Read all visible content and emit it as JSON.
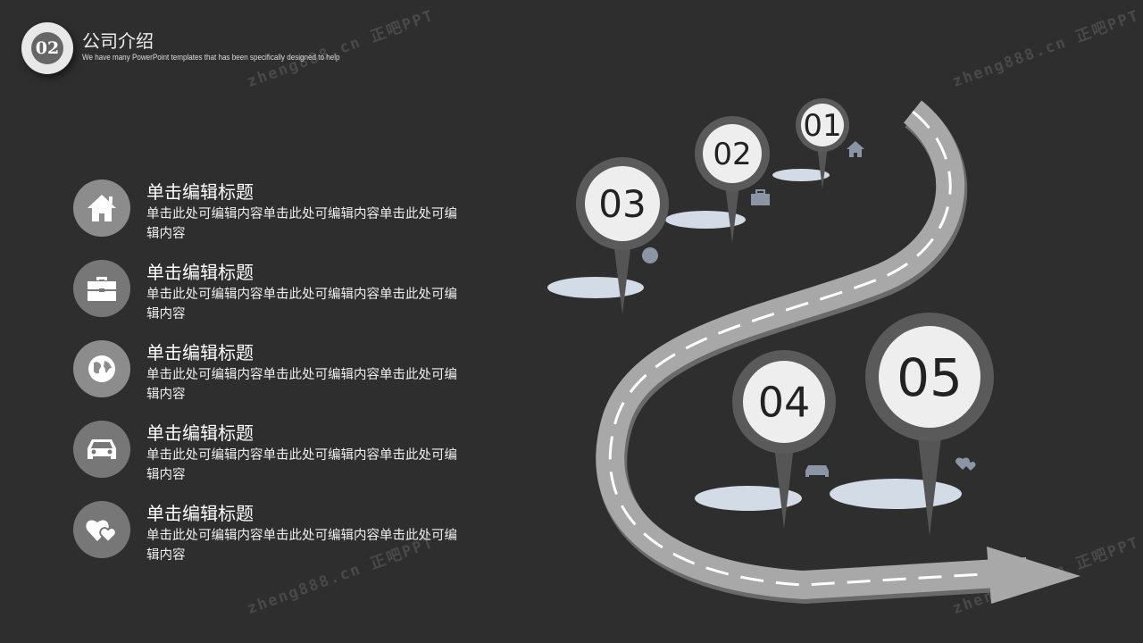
{
  "header": {
    "badge": "02",
    "title": "公司介绍",
    "subtitle": "We have many PowerPoint templates that has been specifically  designed to help"
  },
  "items": [
    {
      "icon": "home-icon",
      "title": "单击编辑标题",
      "desc": "单击此处可编辑内容单击此处可编辑内容单击此处可编辑内容"
    },
    {
      "icon": "briefcase-icon",
      "title": "单击编辑标题",
      "desc": "单击此处可编辑内容单击此处可编辑内容单击此处可编辑内容"
    },
    {
      "icon": "globe-icon",
      "title": "单击编辑标题",
      "desc": "单击此处可编辑内容单击此处可编辑内容单击此处可编辑内容"
    },
    {
      "icon": "car-icon",
      "title": "单击编辑标题",
      "desc": "单击此处可编辑内容单击此处可编辑内容单击此处可编辑内容"
    },
    {
      "icon": "hearts-icon",
      "title": "单击编辑标题",
      "desc": "单击此处可编辑内容单击此处可编辑内容单击此处可编辑内容"
    }
  ],
  "pins": [
    "01",
    "02",
    "03",
    "04",
    "05"
  ],
  "watermark": "zheng888.cn 正吧PPT",
  "colors": {
    "background": "#2e2e2e",
    "road": "#a8a8a8",
    "pin_ring": "#5a5a5a",
    "pin_face": "#eeeeee",
    "shadow": "#d3dbe6",
    "icon": "#8a95a5"
  }
}
